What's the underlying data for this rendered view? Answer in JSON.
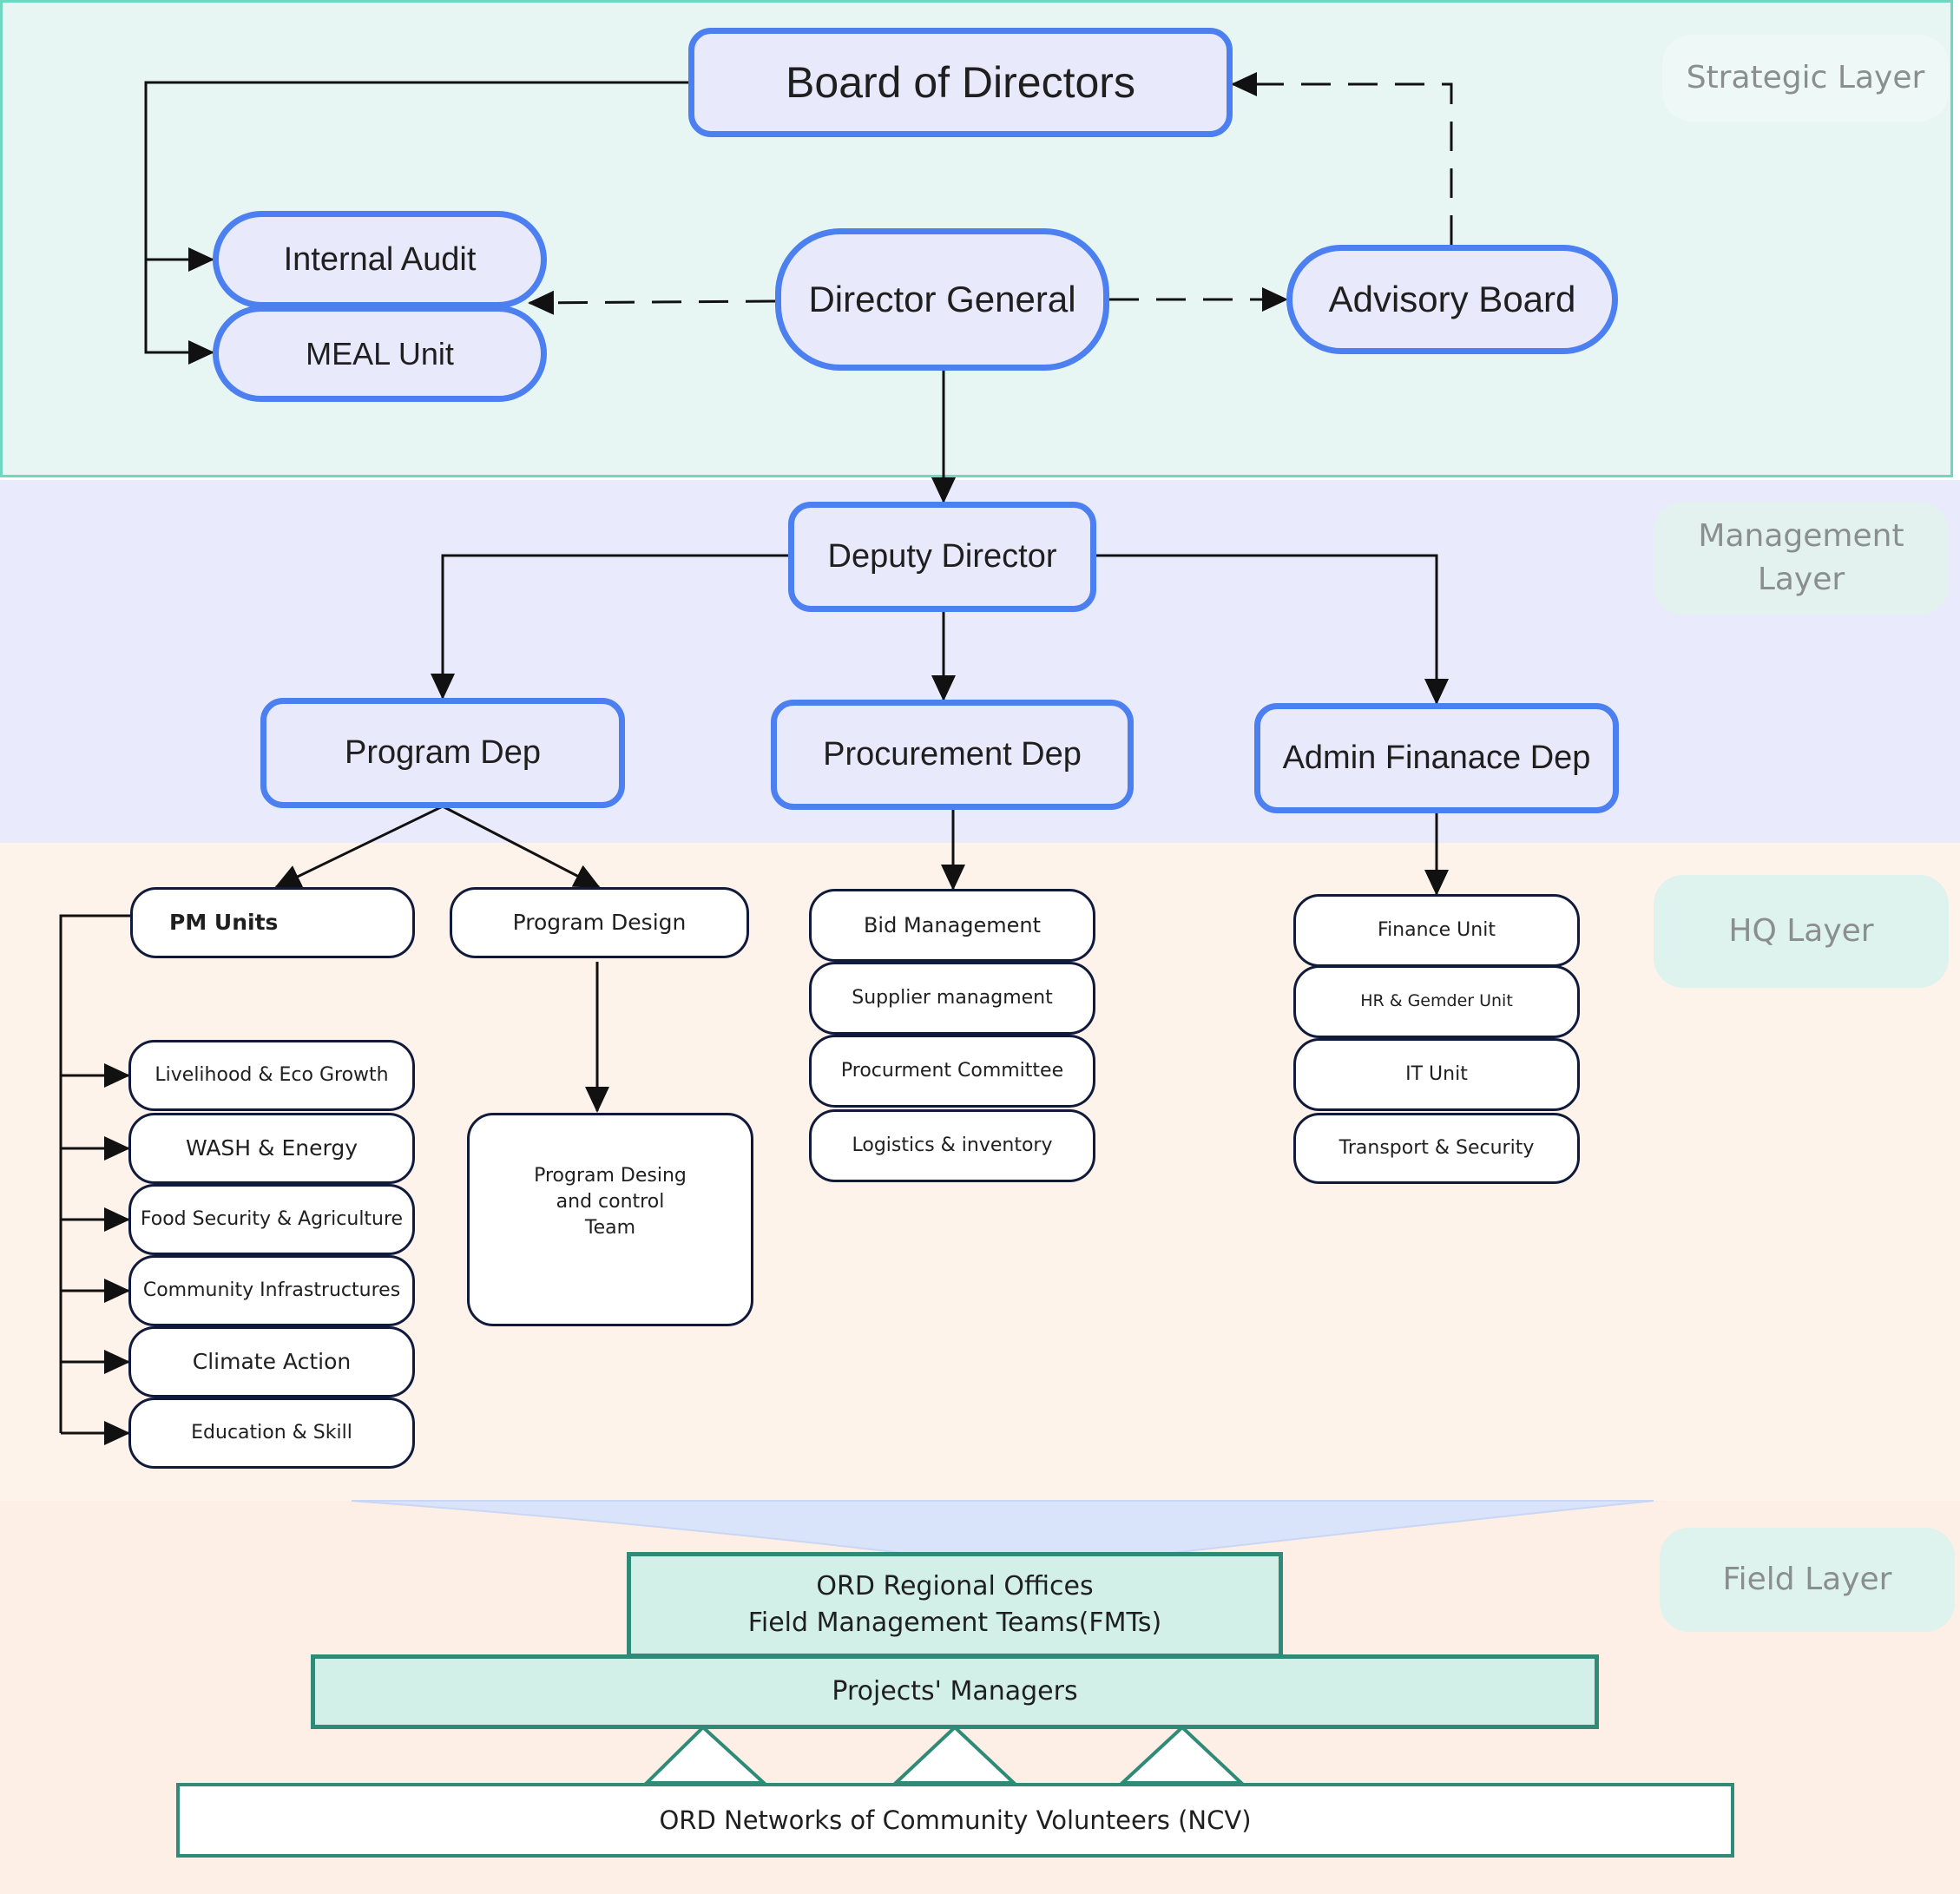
{
  "colors": {
    "strategic_bg": "#e8f6f3",
    "strategic_border": "#6fd6c0",
    "management_bg": "#e9ebfc",
    "hq_bg": "#fef3ea",
    "field_bg": "#fdefe6",
    "node_border": "#4c7ff0",
    "node_fill": "#e8e9fb",
    "field_fill": "#d2efe8",
    "field_border": "#2f8a77"
  },
  "layers": {
    "strategic": "Strategic  Layer",
    "management": "Management\nLayer",
    "hq": "HQ Layer",
    "field": "Field Layer"
  },
  "strategic": {
    "board": "Board of Directors",
    "internal_audit": "Internal Audit",
    "meal_unit": "MEAL Unit",
    "director_general": "Director General",
    "advisory_board": "Advisory Board"
  },
  "management": {
    "deputy_director": "Deputy Director",
    "program_dep": "Program Dep",
    "procurement_dep": "Procurement Dep",
    "admin_finance_dep": "Admin Finanace Dep"
  },
  "hq": {
    "pm_units": "PM Units",
    "program_design": "Program Design",
    "pm_children": [
      "Livelihood & Eco Growth",
      "WASH & Energy",
      "Food Security & Agriculture",
      "Community Infrastructures",
      "Climate Action",
      "Education & Skill"
    ],
    "program_design_team": "Program Desing\nand control\nTeam",
    "procurement_units": [
      "Bid Management",
      "Supplier managment",
      "Procurment Committee",
      "Logistics & inventory"
    ],
    "admin_units": [
      "Finance Unit",
      "HR & Gemder Unit",
      "IT Unit",
      "Transport & Security"
    ]
  },
  "field": {
    "regional_offices": "ORD Regional Offices\nField Management Teams(FMTs)",
    "project_managers": "Projects' Managers",
    "volunteers": "ORD Networks of Community Volunteers (NCV)"
  }
}
